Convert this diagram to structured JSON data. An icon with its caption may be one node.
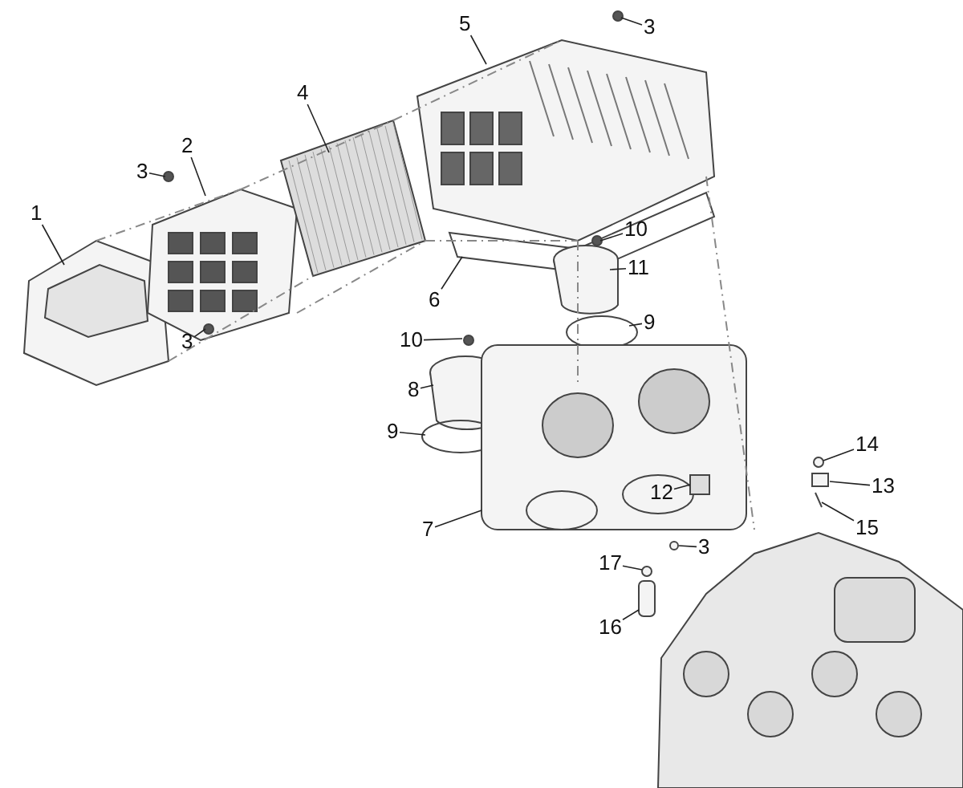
{
  "diagram": {
    "nodes": [
      {
        "text": [
          "1"
        ]
      },
      {
        "text": [
          "2"
        ]
      },
      {
        "text": [
          "3"
        ]
      },
      {
        "text": [
          "4"
        ]
      },
      {
        "text": [
          "5"
        ]
      },
      {
        "text": [
          "3"
        ]
      },
      {
        "text": [
          "6"
        ]
      },
      {
        "text": [
          "3"
        ]
      },
      {
        "text": [
          "10"
        ]
      },
      {
        "text": [
          "11"
        ]
      },
      {
        "text": [
          "9"
        ]
      },
      {
        "text": [
          "10"
        ]
      },
      {
        "text": [
          "8"
        ]
      },
      {
        "text": [
          "9"
        ]
      },
      {
        "text": [
          "14"
        ]
      },
      {
        "text": [
          "13"
        ]
      },
      {
        "text": [
          "15"
        ]
      },
      {
        "text": [
          "7"
        ]
      },
      {
        "text": [
          "12"
        ]
      },
      {
        "text": [
          "3"
        ]
      },
      {
        "text": [
          "17"
        ]
      },
      {
        "text": [
          "16"
        ]
      }
    ],
    "edges": [
      {
        "from": 0,
        "to": null,
        "arrow": "none"
      },
      {
        "from": 1,
        "to": null,
        "arrow": "none"
      },
      {
        "from": 2,
        "to": null,
        "arrow": "none"
      },
      {
        "from": 3,
        "to": null,
        "arrow": "none"
      },
      {
        "from": 4,
        "to": null,
        "arrow": "none"
      },
      {
        "from": 5,
        "to": null,
        "arrow": "none"
      },
      {
        "from": 6,
        "to": null,
        "arrow": "none"
      },
      {
        "from": 7,
        "to": null,
        "arrow": "none"
      },
      {
        "from": 8,
        "to": null,
        "arrow": "none"
      },
      {
        "from": 9,
        "to": null,
        "arrow": "none"
      },
      {
        "from": 10,
        "to": null,
        "arrow": "none"
      },
      {
        "from": 11,
        "to": null,
        "arrow": "none"
      },
      {
        "from": 12,
        "to": null,
        "arrow": "none"
      },
      {
        "from": 13,
        "to": null,
        "arrow": "none"
      },
      {
        "from": 14,
        "to": null,
        "arrow": "none"
      },
      {
        "from": 15,
        "to": null,
        "arrow": "none"
      },
      {
        "from": 16,
        "to": null,
        "arrow": "none"
      },
      {
        "from": 17,
        "to": null,
        "arrow": "none"
      },
      {
        "from": 18,
        "to": null,
        "arrow": "none"
      },
      {
        "from": 19,
        "to": null,
        "arrow": "none"
      },
      {
        "from": 20,
        "to": null,
        "arrow": "none"
      },
      {
        "from": 21,
        "to": null,
        "arrow": "none"
      }
    ]
  }
}
